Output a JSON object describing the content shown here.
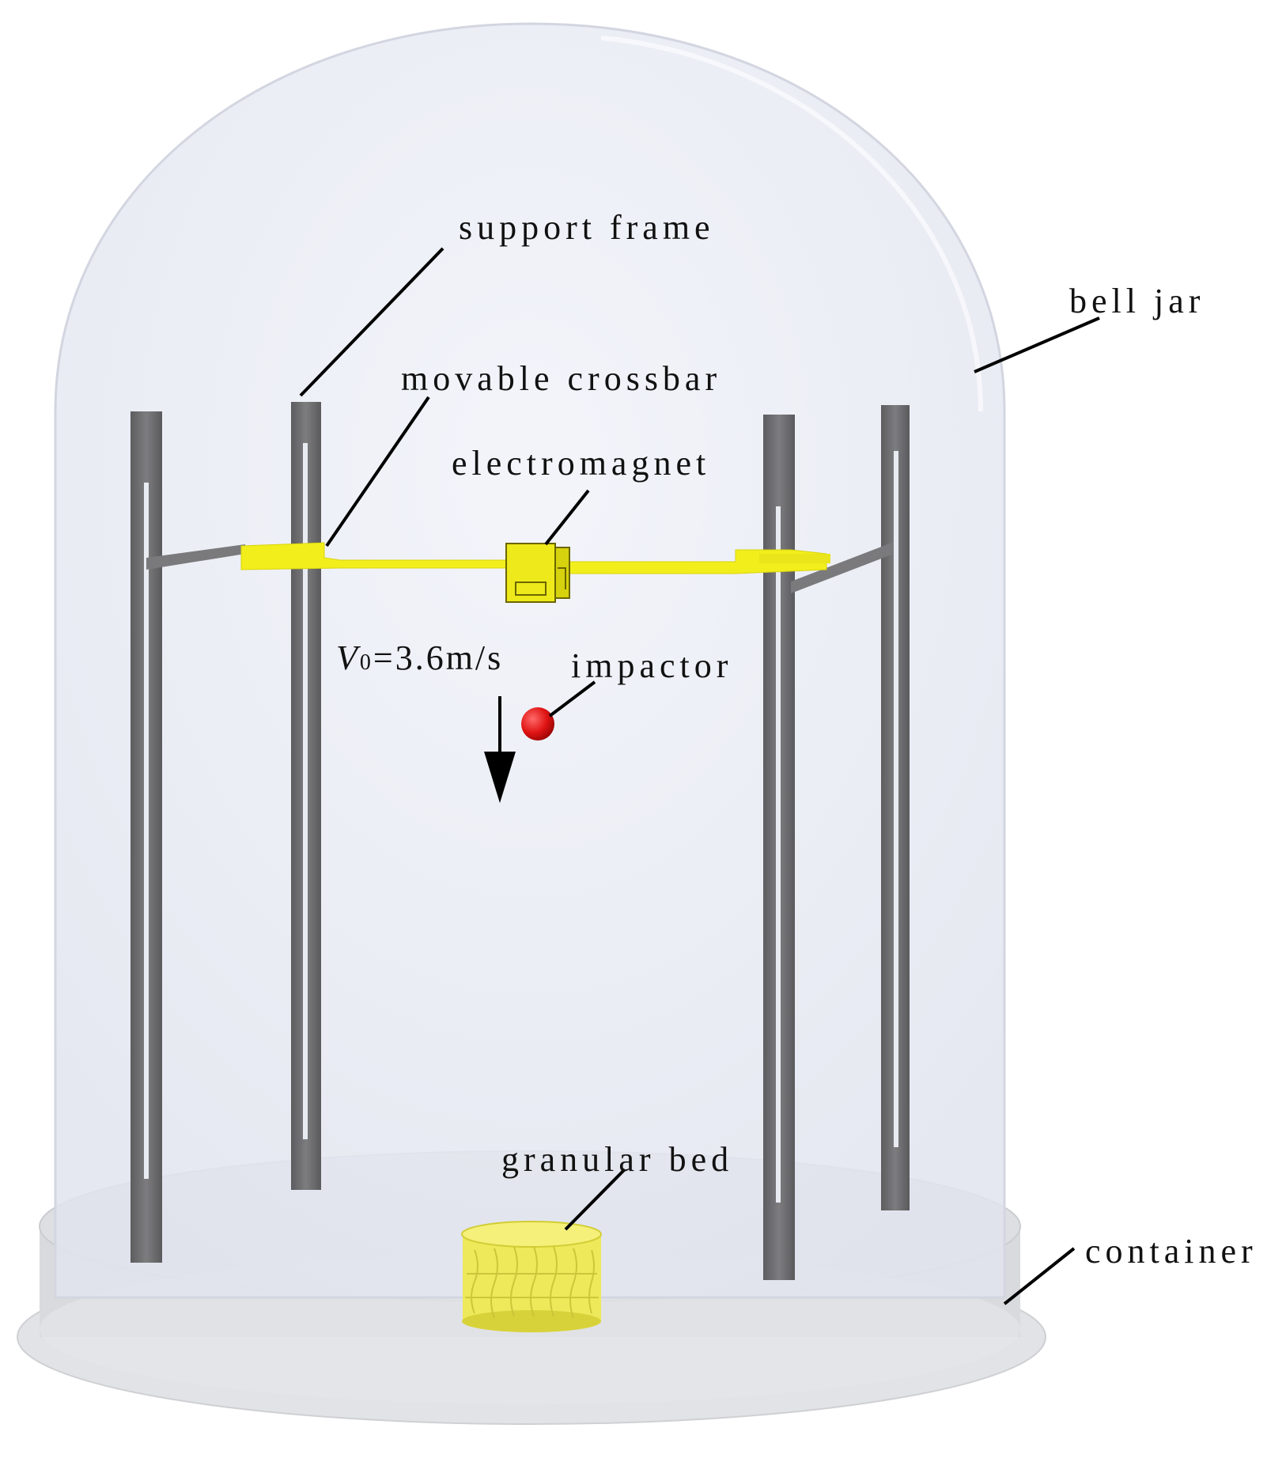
{
  "labels": {
    "support_frame": "support frame",
    "bell_jar": "bell jar",
    "movable_crossbar": "movable crossbar",
    "electromagnet": "electromagnet",
    "impactor": "impactor",
    "granular_bed": "granular bed",
    "container": "container"
  },
  "velocity": {
    "symbol": "V",
    "subscript": "0",
    "value": "=3.6m/s"
  },
  "colors": {
    "jar": "#e6e9f3",
    "jar_edge": "#d6d9e3",
    "post": "#6f6f72",
    "crossbar": "#f2ee1c",
    "impactor": "#e01414",
    "granules": "#ede95a",
    "container": "#d9dadc",
    "leader": "#000000"
  }
}
